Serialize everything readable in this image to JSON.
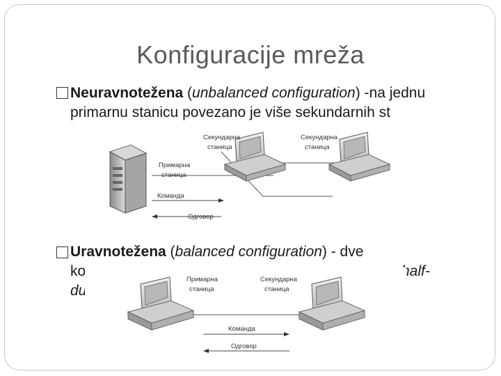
{
  "slide": {
    "title": "Konfiguracije mreža",
    "bullet1": {
      "bold": "Neuravnotežena",
      "paren_open": " (",
      "italic": "unbalanced configuration",
      "rest": ") -na jednu primarnu stanicu povezano je više sekundarnih st"
    },
    "bullet2": {
      "bold": "Uravnotežena",
      "paren_open": " (",
      "italic": "balanced configuration",
      "rest_line1": ") - dve",
      "line2_start": "ko",
      "line2_end": "half-",
      "line3_start": "du"
    }
  },
  "diagram1": {
    "secondary1": [
      "Секундарна",
      "станица"
    ],
    "secondary2": [
      "Секундарна",
      "станица"
    ],
    "primary": [
      "Примарна",
      "станица"
    ],
    "command": "Команда",
    "response": "Одговор"
  },
  "diagram2": {
    "primary": [
      "Примарна",
      "станица"
    ],
    "secondary": [
      "Секундарна",
      "станица"
    ],
    "command": "Команда",
    "response": "Одговор"
  }
}
